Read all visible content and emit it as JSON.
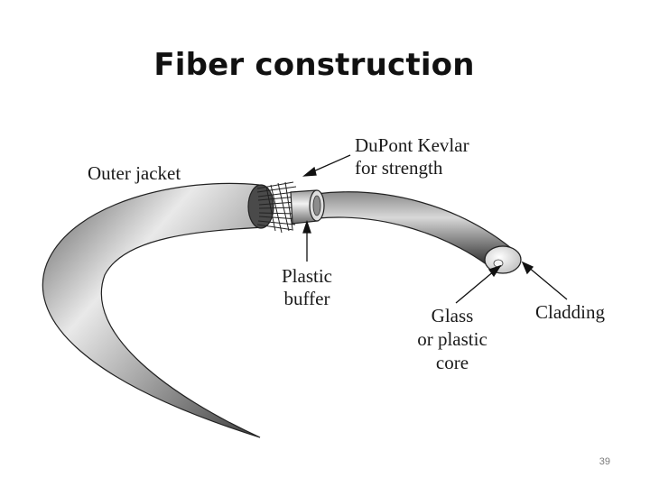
{
  "slide": {
    "title": "Fiber construction",
    "page_number": "39"
  },
  "diagram": {
    "labels": {
      "outer_jacket": "Outer jacket",
      "kevlar_line1": "DuPont Kevlar",
      "kevlar_line2": "for strength",
      "buffer_line1": "Plastic",
      "buffer_line2": "buffer",
      "core_line1": "Glass",
      "core_line2": "or plastic",
      "core_line3": "core",
      "cladding": "Cladding"
    }
  }
}
